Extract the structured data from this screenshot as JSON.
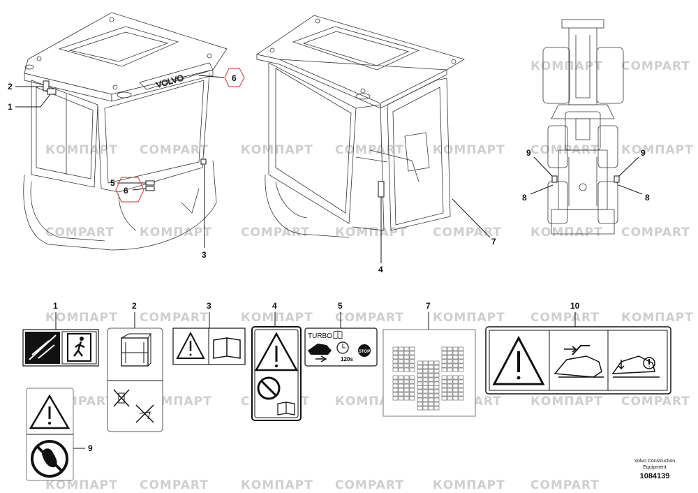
{
  "watermark": {
    "text_latin": "COMPART",
    "text_cyrillic": "КОМПАРТ"
  },
  "views": {
    "cab_front": {
      "brand": "VOLVO",
      "callouts": [
        "2",
        "1",
        "5",
        "6",
        "6",
        "3"
      ]
    },
    "cab_rear": {
      "callouts": [
        "4",
        "7"
      ]
    },
    "machine_top": {
      "callouts": [
        "9",
        "9",
        "8",
        "8"
      ]
    }
  },
  "decals": [
    {
      "id": "1"
    },
    {
      "id": "2"
    },
    {
      "id": "3"
    },
    {
      "id": "4"
    },
    {
      "id": "5",
      "turbo_label": "TURBO",
      "time_label": "120s",
      "stop_label": "STOP"
    },
    {
      "id": "7"
    },
    {
      "id": "10"
    },
    {
      "id": "9"
    }
  ],
  "footer": {
    "company_line1": "Volvo Construction",
    "company_line2": "Equipment",
    "part_number": "1084139"
  },
  "colors": {
    "outline": "#111111",
    "highlight": "#d9534f",
    "watermark": "#cfcfcf"
  }
}
